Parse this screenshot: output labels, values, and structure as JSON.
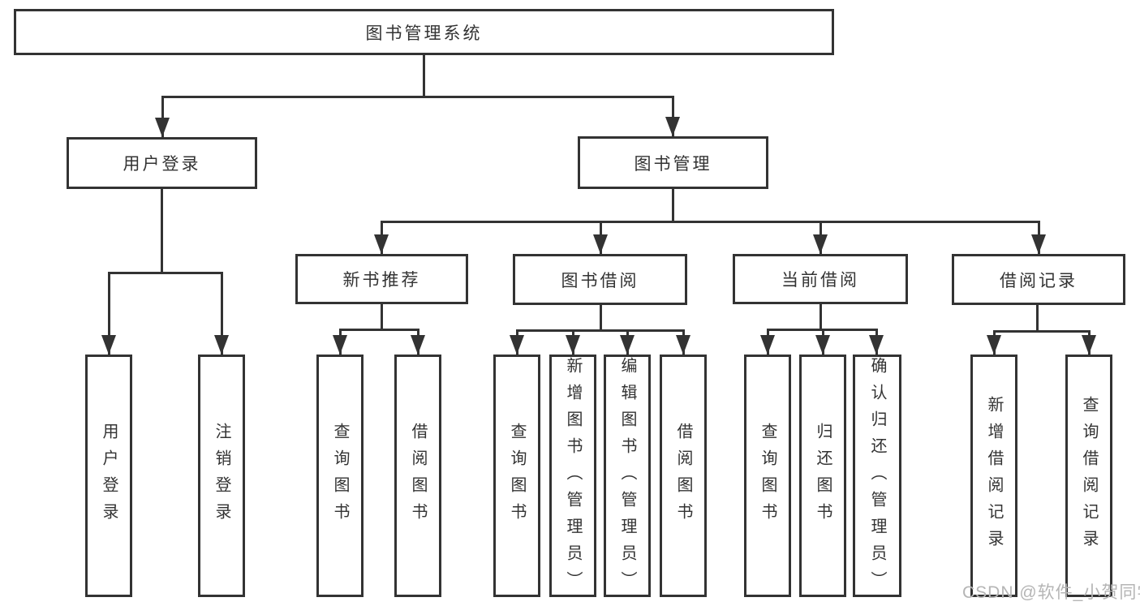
{
  "diagram": {
    "title": "图书管理系统",
    "root": {
      "id": "library-management-system",
      "label": "图书管理系统",
      "children": [
        {
          "id": "user-login",
          "label": "用户登录",
          "children": [
            {
              "id": "user-login-action",
              "label": "用户登录"
            },
            {
              "id": "logout-action",
              "label": "注销登录"
            }
          ]
        },
        {
          "id": "book-management",
          "label": "图书管理",
          "children": [
            {
              "id": "new-book-recommendation",
              "label": "新书推荐",
              "children": [
                {
                  "id": "query-books-1",
                  "label": "查询图书"
                },
                {
                  "id": "borrow-books-1",
                  "label": "借阅图书"
                }
              ]
            },
            {
              "id": "book-borrowing",
              "label": "图书借阅",
              "children": [
                {
                  "id": "query-books-2",
                  "label": "查询图书"
                },
                {
                  "id": "add-books-admin",
                  "label": "新增图书（管理员）"
                },
                {
                  "id": "edit-books-admin",
                  "label": "编辑图书（管理员）"
                },
                {
                  "id": "borrow-books-2",
                  "label": "借阅图书"
                }
              ]
            },
            {
              "id": "current-borrowing",
              "label": "当前借阅",
              "children": [
                {
                  "id": "query-books-3",
                  "label": "查询图书"
                },
                {
                  "id": "return-books",
                  "label": "归还图书"
                },
                {
                  "id": "confirm-return-admin",
                  "label": "确认归还（管理员）"
                }
              ]
            },
            {
              "id": "borrowing-records",
              "label": "借阅记录",
              "children": [
                {
                  "id": "add-borrow-record",
                  "label": "新增借阅记录"
                },
                {
                  "id": "query-borrow-record",
                  "label": "查询借阅记录"
                }
              ]
            }
          ]
        }
      ]
    }
  },
  "watermark": {
    "text": "CSDN @软件_小贺同学"
  },
  "colors": {
    "line": "#333333",
    "text": "#333333",
    "background": "#ffffff",
    "watermark": "#b5b5b5"
  }
}
